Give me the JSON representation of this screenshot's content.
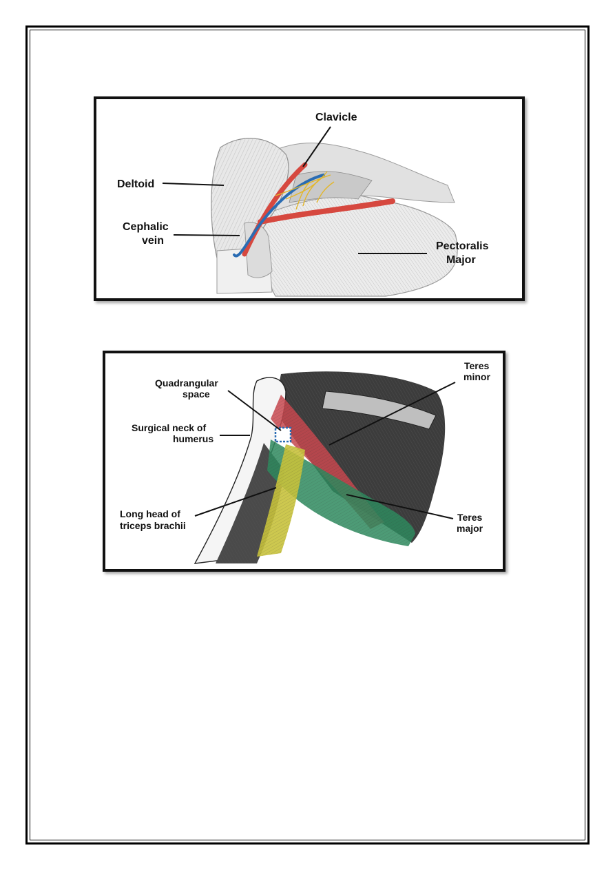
{
  "figure_shoulder_anterior": {
    "labels": {
      "clavicle": "Clavicle",
      "deltoid": "Deltoid",
      "cephalic_line1": "Cephalic",
      "cephalic_line2": "vein",
      "pectoralis_line1": "Pectoralis",
      "pectoralis_line2": "Major"
    },
    "colors": {
      "vein": "#2a6cb3",
      "artery": "#d6483f",
      "nerve": "#e3b62a"
    }
  },
  "figure_shoulder_posterior": {
    "labels": {
      "quadrangular_line1": "Quadrangular",
      "quadrangular_line2": "space",
      "surgical_neck_line1": "Surgical neck of",
      "surgical_neck_line2": "humerus",
      "long_head_line1": "Long head of",
      "long_head_line2": "triceps brachii",
      "teres_minor_line1": "Teres",
      "teres_minor_line2": "minor",
      "teres_major_line1": "Teres",
      "teres_major_line2": "major"
    },
    "colors": {
      "teres_minor": "#c9484f",
      "teres_major": "#2e8a5e",
      "triceps_long_head": "#c8c23c",
      "quadrangular_space": "#2a6cb3"
    }
  }
}
